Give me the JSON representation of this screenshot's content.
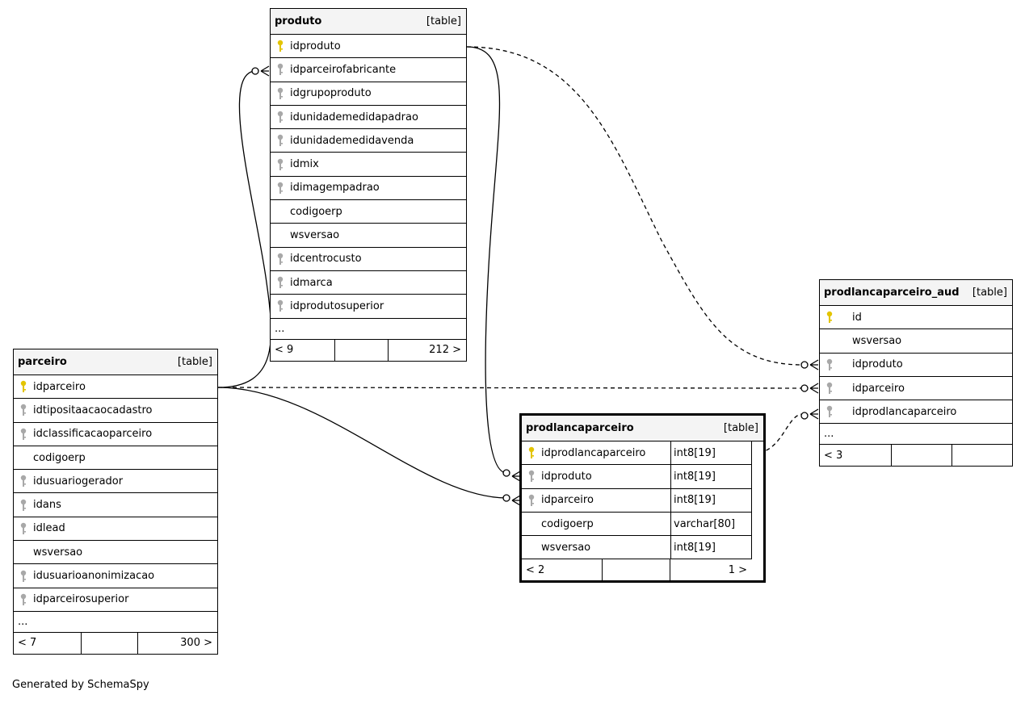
{
  "type_tag": "[table]",
  "footer_credit": "Generated by SchemaSpy",
  "colors": {
    "pk_key": "#e3c400",
    "fk_key": "#a8a8a8",
    "header_bg": "#f4f4f4",
    "line": "#000000"
  },
  "tables": {
    "produto": {
      "name": "produto",
      "columns": [
        {
          "name": "idproduto",
          "key": "primary-key-icon"
        },
        {
          "name": "idparceirofabricante",
          "key": "foreign-key-icon"
        },
        {
          "name": "idgrupoproduto",
          "key": "foreign-key-icon"
        },
        {
          "name": "idunidademedidapadrao",
          "key": "foreign-key-icon"
        },
        {
          "name": "idunidademedidavenda",
          "key": "foreign-key-icon"
        },
        {
          "name": "idmix",
          "key": "foreign-key-icon"
        },
        {
          "name": "idimagempadrao",
          "key": "foreign-key-icon"
        },
        {
          "name": "codigoerp",
          "key": ""
        },
        {
          "name": "wsversao",
          "key": ""
        },
        {
          "name": "idcentrocusto",
          "key": "foreign-key-icon"
        },
        {
          "name": "idmarca",
          "key": "foreign-key-icon"
        },
        {
          "name": "idprodutosuperior",
          "key": "foreign-key-icon"
        }
      ],
      "ellipsis": "...",
      "footer": {
        "parents": "< 9",
        "rows": "",
        "children": "212 >"
      }
    },
    "parceiro": {
      "name": "parceiro",
      "columns": [
        {
          "name": "idparceiro",
          "key": "primary-key-icon"
        },
        {
          "name": "idtipositaacaocadastro",
          "key": "foreign-key-icon"
        },
        {
          "name": "idclassificacaoparceiro",
          "key": "foreign-key-icon"
        },
        {
          "name": "codigoerp",
          "key": ""
        },
        {
          "name": "idusuariogerador",
          "key": "foreign-key-icon"
        },
        {
          "name": "idans",
          "key": "foreign-key-icon"
        },
        {
          "name": "idlead",
          "key": "foreign-key-icon"
        },
        {
          "name": "wsversao",
          "key": ""
        },
        {
          "name": "idusuarioanonimizacao",
          "key": "foreign-key-icon"
        },
        {
          "name": "idparceirosuperior",
          "key": "foreign-key-icon"
        }
      ],
      "ellipsis": "...",
      "footer": {
        "parents": "< 7",
        "rows": "",
        "children": "300 >"
      }
    },
    "prodlancaparceiro": {
      "name": "prodlancaparceiro",
      "columns": [
        {
          "name": "idprodlancaparceiro",
          "key": "primary-key-icon",
          "type": "int8[19]"
        },
        {
          "name": "idproduto",
          "key": "foreign-key-icon",
          "type": "int8[19]"
        },
        {
          "name": "idparceiro",
          "key": "foreign-key-icon",
          "type": "int8[19]"
        },
        {
          "name": "codigoerp",
          "key": "",
          "type": "varchar[80]"
        },
        {
          "name": "wsversao",
          "key": "",
          "type": "int8[19]"
        }
      ],
      "footer": {
        "parents": "< 2",
        "rows": "",
        "children": "1 >"
      }
    },
    "prodlancaparceiro_aud": {
      "name": "prodlancaparceiro_aud",
      "columns": [
        {
          "name": "id",
          "key": "primary-key-icon"
        },
        {
          "name": "wsversao",
          "key": ""
        },
        {
          "name": "idproduto",
          "key": "foreign-key-icon"
        },
        {
          "name": "idparceiro",
          "key": "foreign-key-icon"
        },
        {
          "name": "idprodlancaparceiro",
          "key": "foreign-key-icon"
        }
      ],
      "ellipsis": "...",
      "footer": {
        "parents": "< 3",
        "rows": "",
        "children": ""
      }
    }
  },
  "relationships": [
    {
      "from": "parceiro.idparceiro",
      "to": "produto.idparceirofabricante",
      "style": "solid"
    },
    {
      "from": "produto.idproduto",
      "to": "prodlancaparceiro.idproduto",
      "style": "solid"
    },
    {
      "from": "parceiro.idparceiro",
      "to": "prodlancaparceiro.idparceiro",
      "style": "solid"
    },
    {
      "from": "produto.idproduto",
      "to": "prodlancaparceiro_aud.idproduto",
      "style": "dashed"
    },
    {
      "from": "parceiro.idparceiro",
      "to": "prodlancaparceiro_aud.idparceiro",
      "style": "dashed"
    },
    {
      "from": "prodlancaparceiro.idprodlancaparceiro",
      "to": "prodlancaparceiro_aud.idprodlancaparceiro",
      "style": "dashed"
    }
  ]
}
